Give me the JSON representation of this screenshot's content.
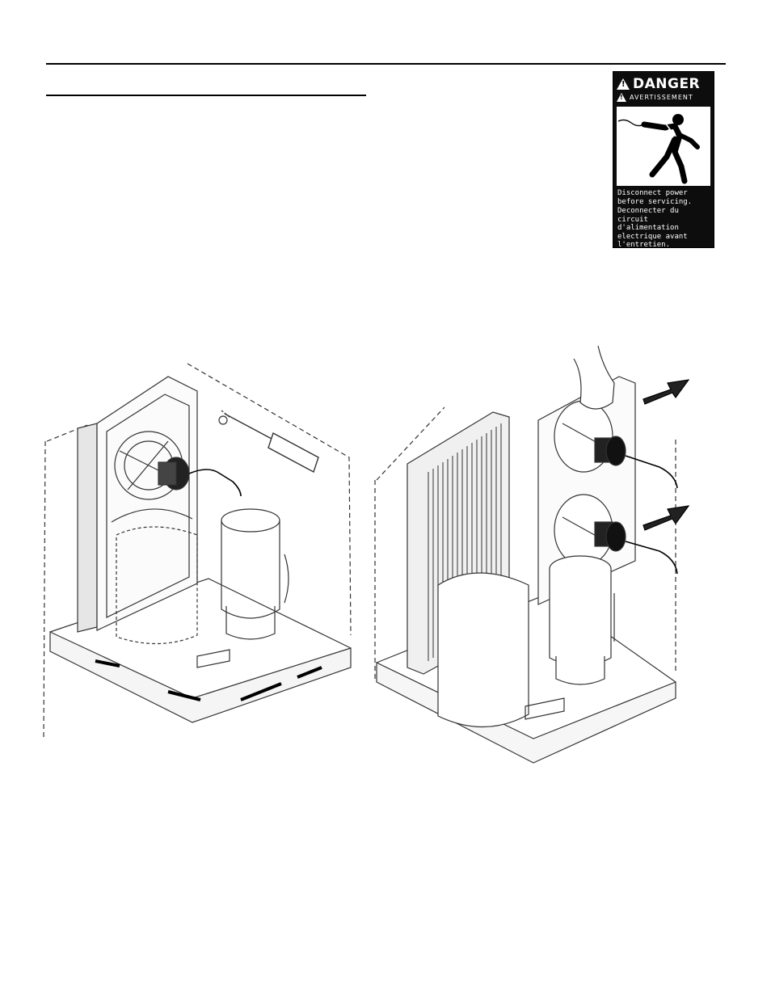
{
  "danger_label": {
    "title": "DANGER",
    "subtitle": "AVERTISSEMENT",
    "english_text": "Disconnect power before servicing.",
    "french_text": "Deconnecter du circuit d'alimentation electrique avant l'entretien.",
    "colors": {
      "background": "#0d0d0d",
      "foreground": "#ffffff"
    },
    "icons": [
      "warning-triangle-icon",
      "electric-shock-icon"
    ]
  },
  "figures": {
    "left": {
      "description_icon": "condenser-fan-screwdriver-illustration"
    },
    "right": {
      "description_icon": "dual-fan-removal-illustration"
    }
  }
}
